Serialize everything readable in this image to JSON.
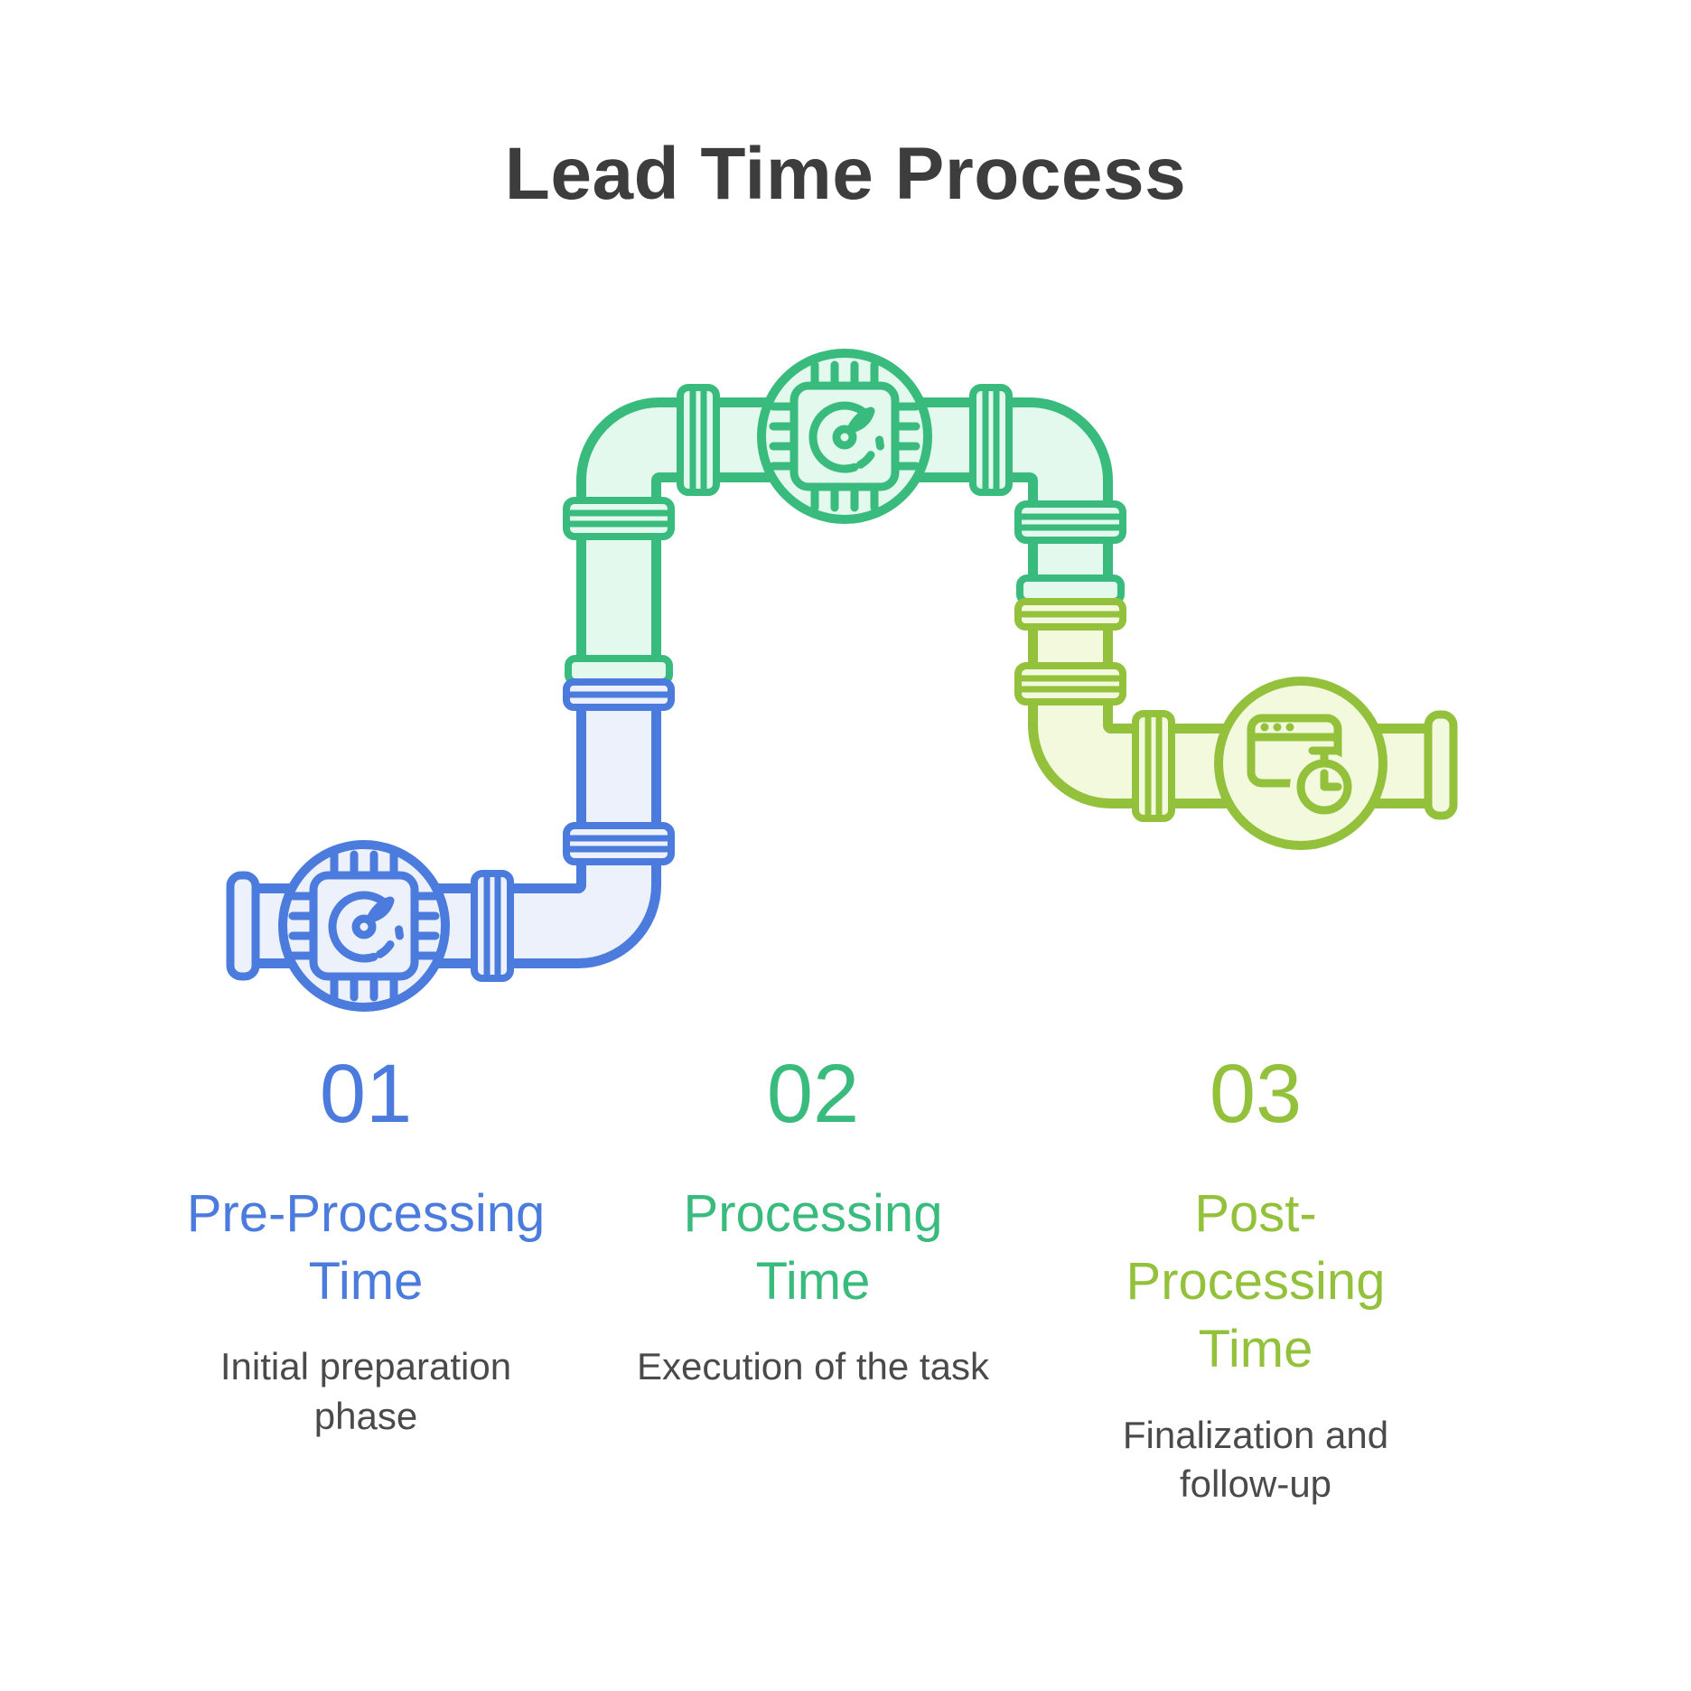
{
  "title": "Lead Time Process",
  "colors": {
    "background": "#ffffff",
    "title_text": "#3d3d3d",
    "description_text": "#4a4a4a",
    "step1_accent": "#4a7bdd",
    "step1_fill": "#edf1fc",
    "step2_accent": "#3abb7e",
    "step2_fill": "#e4f9ee",
    "step3_accent": "#94c13c",
    "step3_fill": "#f3f9dd"
  },
  "steps": [
    {
      "number": "01",
      "heading": "Pre-Processing Time",
      "description": "Initial preparation phase",
      "icon": "chip-gauge-icon"
    },
    {
      "number": "02",
      "heading": "Processing Time",
      "description": "Execution of the task",
      "icon": "chip-gauge-icon"
    },
    {
      "number": "03",
      "heading": "Post-Processing Time",
      "description": "Finalization and follow-up",
      "icon": "browser-timer-icon"
    }
  ]
}
